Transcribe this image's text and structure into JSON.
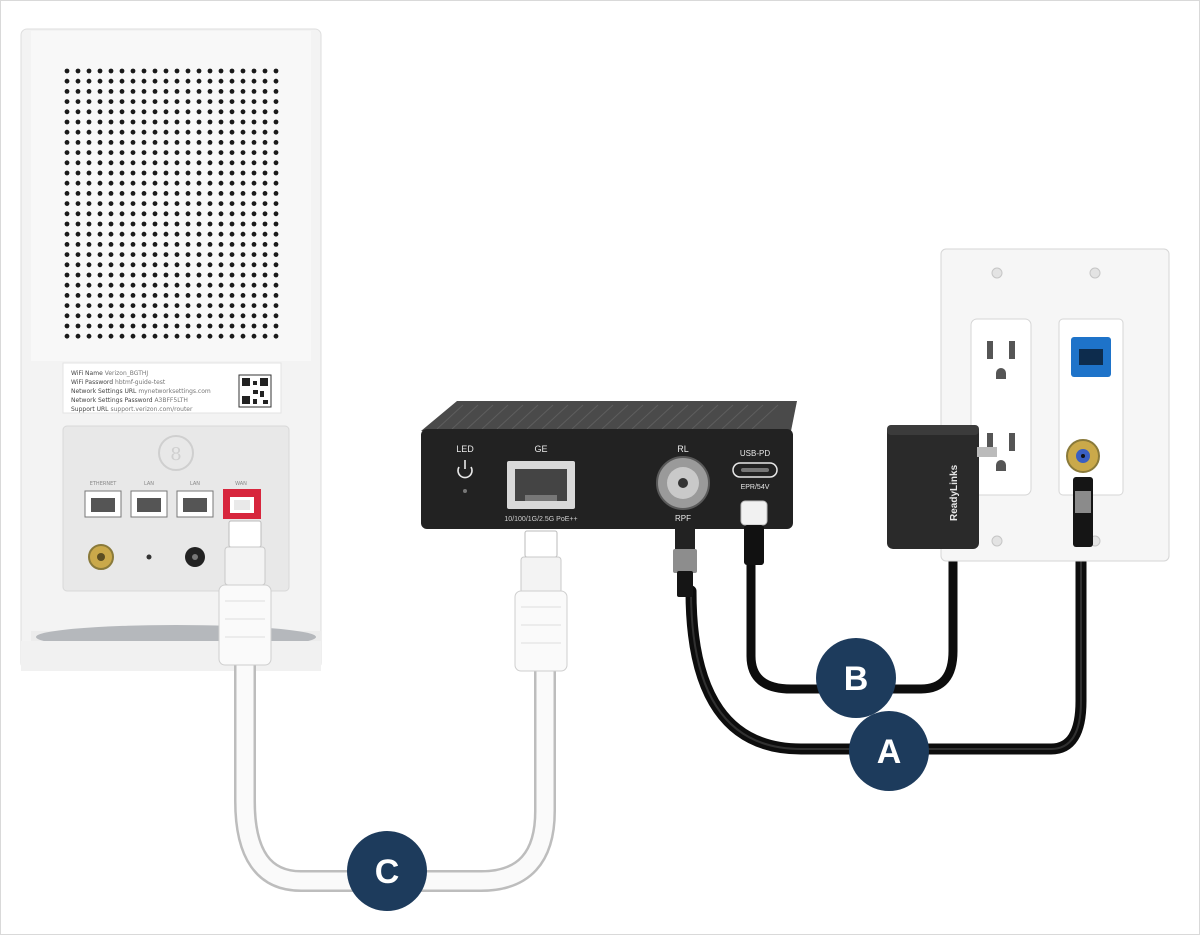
{
  "router": {
    "label_lines": [
      {
        "key": "WiFi Name",
        "value": "Verizon_BGTHJ"
      },
      {
        "key": "WiFi Password",
        "value": "hbtmf-guide-test"
      },
      {
        "key": "Network Settings URL",
        "value": "mynetworksettings.com"
      },
      {
        "key": "Network Settings Password",
        "value": "A3BFF5LTH"
      },
      {
        "key": "Support URL",
        "value": "support.verizon.com/router"
      }
    ],
    "ports": [
      "ETHERNET",
      "LAN",
      "LAN",
      "WAN"
    ]
  },
  "adapter": {
    "led_label": "LED",
    "ge_label": "GE",
    "rl_label": "RL",
    "usb_label": "USB-PD",
    "usb_sub_label": "EPR/54V",
    "ge_sub_label": "10/100/1G/2.5G PoE++",
    "rpf_label": "RPF"
  },
  "power_supply": {
    "brand": "ReadyLinks"
  },
  "badges": {
    "a": "A",
    "b": "B",
    "c": "C"
  },
  "colors": {
    "badge_fill": "#1d3b5c",
    "adapter_body": "#222222",
    "cable_black": "#111111",
    "cable_white": "#f5f5f5",
    "wan_port": "#d7263d",
    "ethernet_jack": "#1e73c9"
  }
}
